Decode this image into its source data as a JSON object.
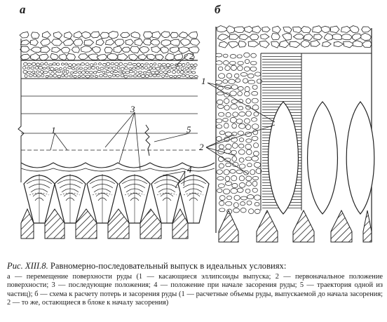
{
  "panels": {
    "a": {
      "letter": "а"
    },
    "b": {
      "letter": "б"
    }
  },
  "callouts": {
    "a": [
      "1",
      "2",
      "3",
      "4",
      "5"
    ],
    "b": [
      "1",
      "2"
    ]
  },
  "caption": {
    "prefix": "Рис. XIII.8.",
    "title": "Равномерно-последовательный выпуск в идеальных условиях:",
    "body": "а — перемещение поверхности руды (1 — касающиеся эллипсоиды выпуска; 2 — первоначальное положение поверхности; 3 — последующие положения; 4 — положение при начале засорения руды; 5 — траектория одной из частиц); б — схема к расчету потерь и засорения руды (1 — расчетные объемы руды, выпускаемой до начала засорения; 2 — то же, остающиеся в блоке к началу засорения)"
  },
  "colors": {
    "ink": "#1a1a1a",
    "paper": "#ffffff"
  }
}
